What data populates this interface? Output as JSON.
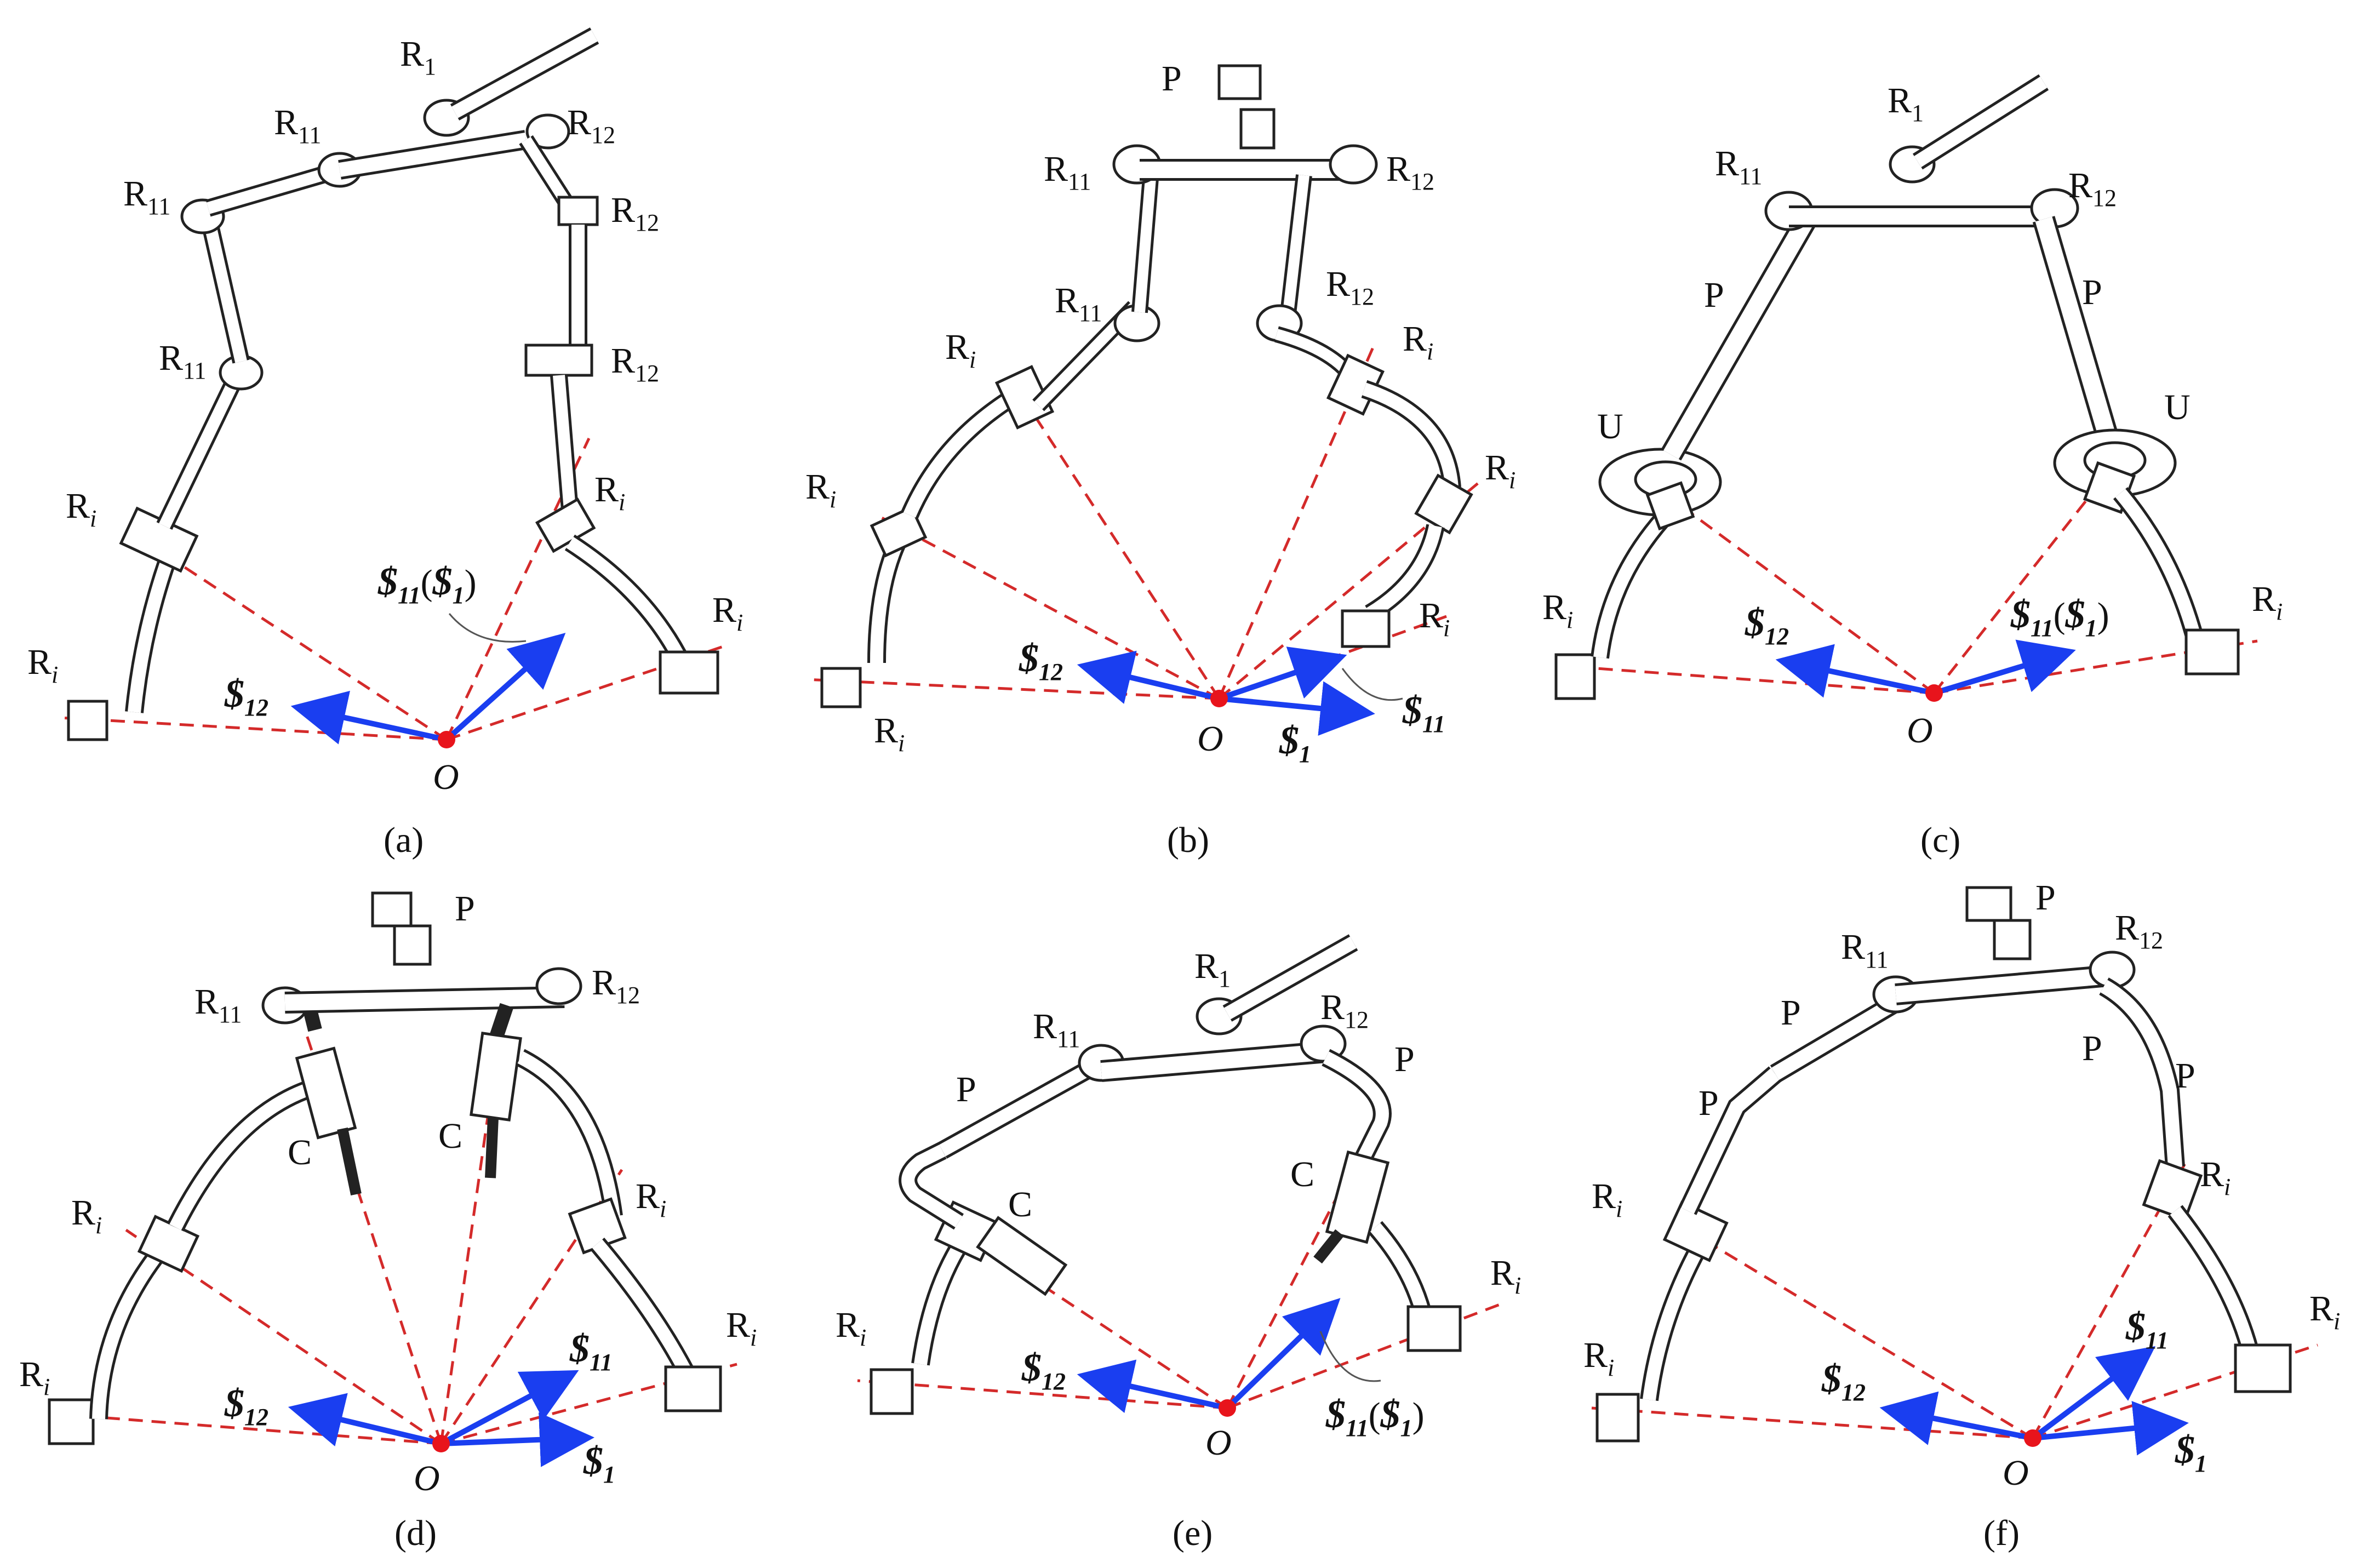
{
  "colors": {
    "axis_dashed": "#d42a2a",
    "screw_arrow": "#1a3ef0",
    "origin_dot": "#e8141c",
    "mechanism_stroke": "#222222",
    "mechanism_fill": "#ffffff"
  },
  "labels": {
    "R1": "R",
    "R1_sub": "1",
    "R11": "R",
    "R11_sub": "11",
    "R12": "R",
    "R12_sub": "12",
    "Ri": "R",
    "Ri_sub": "i",
    "P": "P",
    "U": "U",
    "C": "C",
    "origin": "O",
    "S_glyph": "$",
    "S1_sub": "1",
    "S11_sub": "11",
    "S12_sub": "12"
  },
  "panels": [
    {
      "id": "a",
      "caption": "(a)",
      "joints": [
        "R1",
        "R11",
        "R11",
        "R11",
        "R12",
        "R12",
        "R12",
        "Ri",
        "Ri",
        "Ri"
      ],
      "screws": [
        "S12",
        "S11(S1)"
      ]
    },
    {
      "id": "b",
      "caption": "(b)",
      "joints": [
        "P",
        "R11",
        "R12",
        "R11",
        "R12",
        "Ri",
        "Ri",
        "Ri",
        "Ri",
        "Ri",
        "Ri"
      ],
      "screws": [
        "S12",
        "S11",
        "S1"
      ]
    },
    {
      "id": "c",
      "caption": "(c)",
      "joints": [
        "R1",
        "R11",
        "R12",
        "P",
        "P",
        "U",
        "U",
        "Ri",
        "Ri"
      ],
      "screws": [
        "S12",
        "S11(S1)"
      ]
    },
    {
      "id": "d",
      "caption": "(d)",
      "joints": [
        "P",
        "R11",
        "R12",
        "C",
        "C",
        "Ri",
        "Ri",
        "Ri",
        "Ri"
      ],
      "screws": [
        "S12",
        "S11",
        "S1"
      ]
    },
    {
      "id": "e",
      "caption": "(e)",
      "joints": [
        "R1",
        "R11",
        "R12",
        "P",
        "P",
        "C",
        "C",
        "Ri",
        "Ri"
      ],
      "screws": [
        "S12",
        "S11(S1)"
      ]
    },
    {
      "id": "f",
      "caption": "(f)",
      "joints": [
        "P",
        "R11",
        "R12",
        "P",
        "P",
        "P",
        "P",
        "Ri",
        "Ri",
        "Ri",
        "Ri"
      ],
      "screws": [
        "S12",
        "S11",
        "S1"
      ]
    }
  ]
}
